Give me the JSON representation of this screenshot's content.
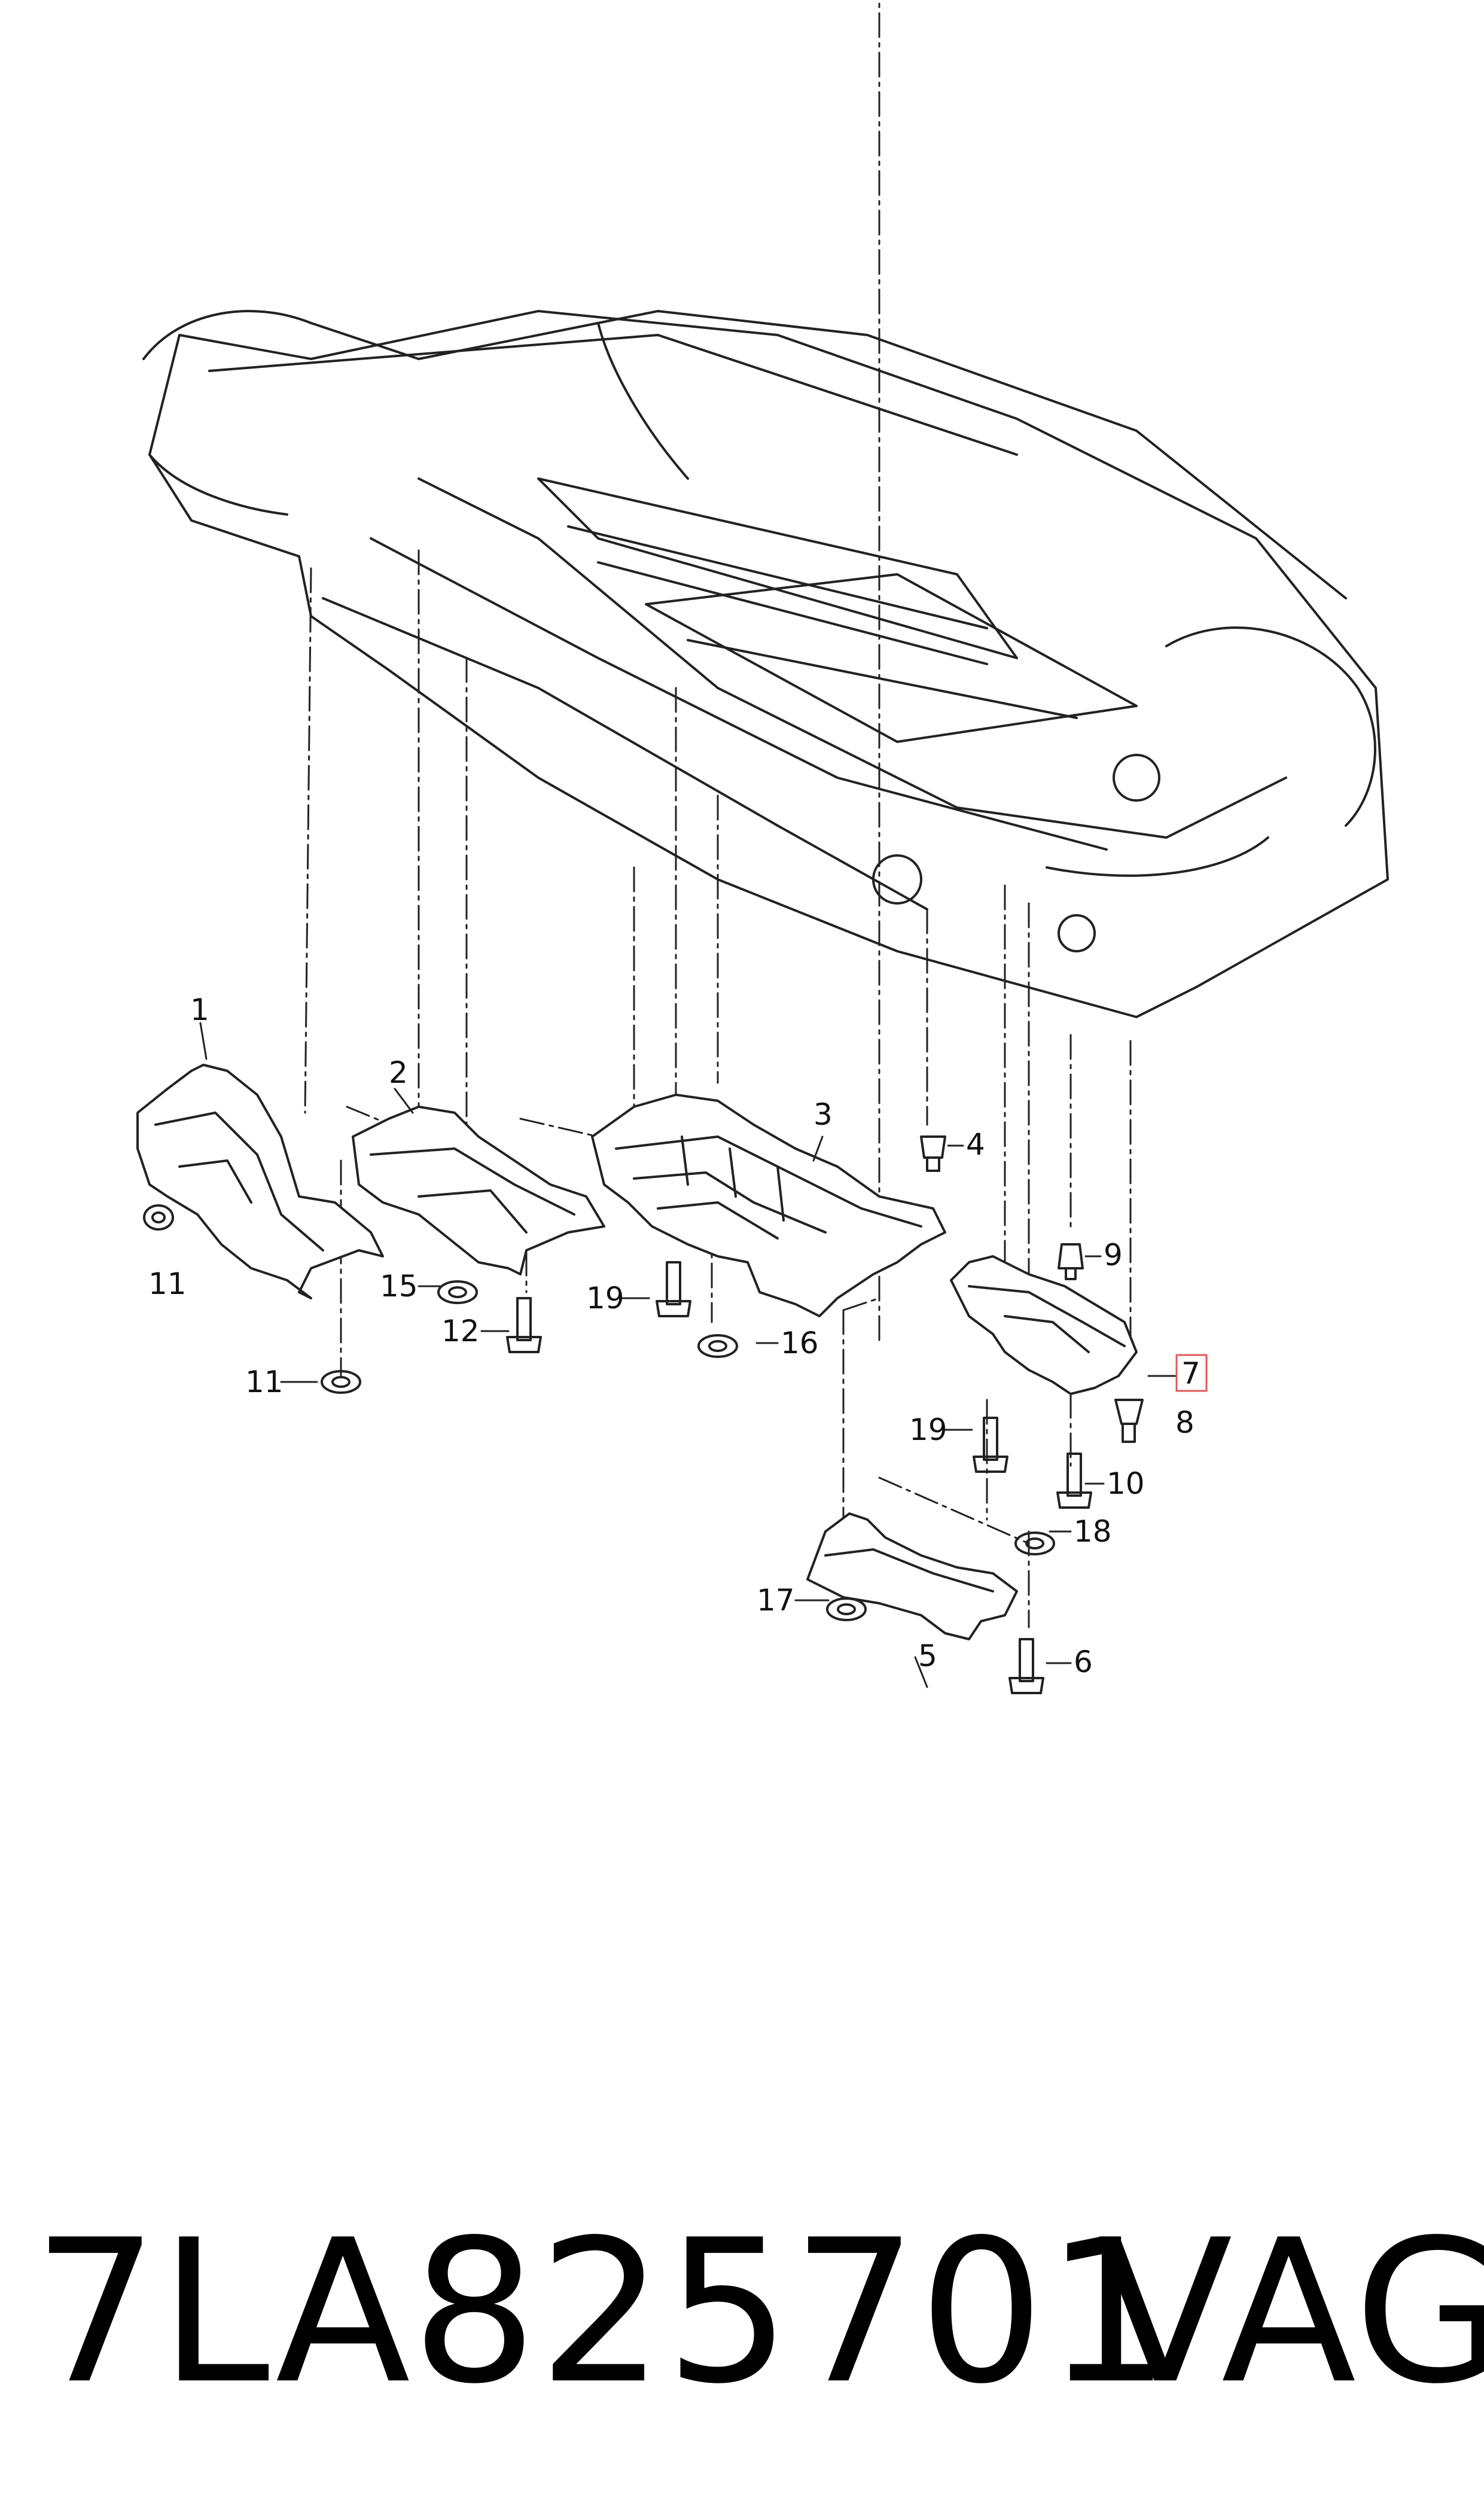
{
  "callouts": {
    "c1": "1",
    "c2": "2",
    "c3": "3",
    "c4": "4",
    "c5": "5",
    "c6": "6",
    "c7": "7",
    "c8": "8",
    "c9": "9",
    "c10": "10",
    "c11a": "11",
    "c11b": "11",
    "c12": "12",
    "c15": "15",
    "c16": "16",
    "c17": "17",
    "c18": "18",
    "c19a": "19",
    "c19b": "19"
  },
  "highlight_color": "#e05a5a",
  "caption": {
    "part_number": "7LA825701",
    "brand": "VAG"
  }
}
